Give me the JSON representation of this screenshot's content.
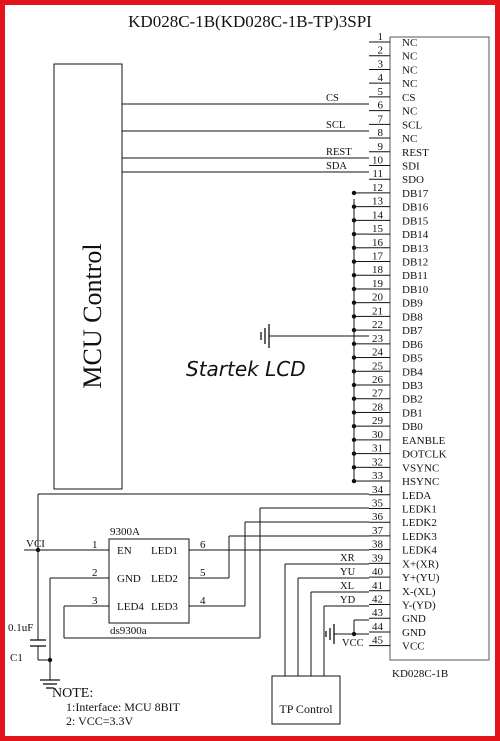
{
  "title": "KD028C-1B(KD028C-1B-TP)3SPI",
  "mcu_label": "MCU Control",
  "brand": "Startek LCD",
  "brand_color": "#f08c1e",
  "frame_color": "#e4141b",
  "connector": {
    "part": "KD028C-1B",
    "pins": [
      {
        "n": "1",
        "name": "NC"
      },
      {
        "n": "2",
        "name": "NC"
      },
      {
        "n": "3",
        "name": "NC"
      },
      {
        "n": "4",
        "name": "NC"
      },
      {
        "n": "5",
        "name": "CS"
      },
      {
        "n": "6",
        "name": "NC"
      },
      {
        "n": "7",
        "name": "SCL"
      },
      {
        "n": "8",
        "name": "NC"
      },
      {
        "n": "9",
        "name": "REST"
      },
      {
        "n": "10",
        "name": "SDI"
      },
      {
        "n": "11",
        "name": "SDO"
      },
      {
        "n": "12",
        "name": "DB17"
      },
      {
        "n": "13",
        "name": "DB16"
      },
      {
        "n": "14",
        "name": "DB15"
      },
      {
        "n": "15",
        "name": "DB14"
      },
      {
        "n": "16",
        "name": "DB13"
      },
      {
        "n": "17",
        "name": "DB12"
      },
      {
        "n": "18",
        "name": "DB11"
      },
      {
        "n": "19",
        "name": "DB10"
      },
      {
        "n": "20",
        "name": "DB9"
      },
      {
        "n": "21",
        "name": "DB8"
      },
      {
        "n": "22",
        "name": "DB7"
      },
      {
        "n": "23",
        "name": "DB6"
      },
      {
        "n": "24",
        "name": "DB5"
      },
      {
        "n": "25",
        "name": "DB4"
      },
      {
        "n": "26",
        "name": "DB3"
      },
      {
        "n": "27",
        "name": "DB2"
      },
      {
        "n": "28",
        "name": "DB1"
      },
      {
        "n": "29",
        "name": "DB0"
      },
      {
        "n": "30",
        "name": "EANBLE"
      },
      {
        "n": "31",
        "name": "DOTCLK"
      },
      {
        "n": "32",
        "name": "VSYNC"
      },
      {
        "n": "33",
        "name": "HSYNC"
      },
      {
        "n": "34",
        "name": "LEDA"
      },
      {
        "n": "35",
        "name": "LEDK1"
      },
      {
        "n": "36",
        "name": "LEDK2"
      },
      {
        "n": "37",
        "name": "LEDK3"
      },
      {
        "n": "38",
        "name": "LEDK4"
      },
      {
        "n": "39",
        "name": "X+(XR)"
      },
      {
        "n": "40",
        "name": "Y+(YU)"
      },
      {
        "n": "41",
        "name": "X-(XL)"
      },
      {
        "n": "42",
        "name": "Y-(YD)"
      },
      {
        "n": "43",
        "name": "GND"
      },
      {
        "n": "44",
        "name": "GND"
      },
      {
        "n": "45",
        "name": "VCC"
      }
    ]
  },
  "mcu_signals": [
    "CS",
    "SCL",
    "REST",
    "SDA"
  ],
  "tp_signals": [
    "XR",
    "YU",
    "XL",
    "YD"
  ],
  "vcc_label": "VCC",
  "driver": {
    "title": "9300A",
    "subtitle": "ds9300a",
    "left_pins": [
      {
        "n": "1",
        "name": "EN"
      },
      {
        "n": "2",
        "name": "GND"
      },
      {
        "n": "3",
        "name": "LED4"
      }
    ],
    "right_pins": [
      {
        "n": "6",
        "name": "LED1"
      },
      {
        "n": "5",
        "name": "LED2"
      },
      {
        "n": "4",
        "name": "LED3"
      }
    ]
  },
  "vci_label": "VCI",
  "cap_value": "0.1uF",
  "cap_name": "C1",
  "tp_control": "TP Control",
  "note": {
    "header": "NOTE:",
    "line1": "1:Interface: MCU 8BIT",
    "line2": "2: VCC=3.3V"
  }
}
